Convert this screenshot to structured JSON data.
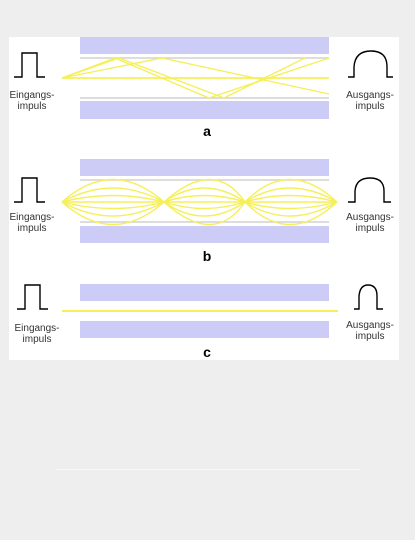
{
  "colors": {
    "cladding": "#ccccf7",
    "ray": "#f5f05a",
    "core_edge": "#d2d2d2",
    "pulse": "#000000"
  },
  "panels": [
    {
      "caption": "a",
      "input_label": [
        "Eingangs-",
        "impuls"
      ],
      "output_label": [
        "Ausgangs-",
        "impuls"
      ],
      "fiber_type": "step-index multimode"
    },
    {
      "caption": "b",
      "input_label": [
        "Eingangs-",
        "impuls"
      ],
      "output_label": [
        "Ausgangs-",
        "impuls"
      ],
      "fiber_type": "graded-index multimode"
    },
    {
      "caption": "c",
      "input_label": [
        "Eingangs-",
        "impuls"
      ],
      "output_label": [
        "Ausgangs-",
        "impuls"
      ],
      "fiber_type": "single mode"
    }
  ],
  "icons": [
    "input-pulse-icon",
    "output-pulse-icon"
  ]
}
